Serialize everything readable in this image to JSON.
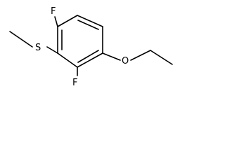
{
  "molecule": {
    "atoms": {
      "f_top": "F",
      "f_bottom": "F",
      "s_methylthio": "S",
      "o_ethoxy": "O"
    }
  },
  "colors": {
    "background": "#ffffff",
    "bond": "#000000",
    "label": "#000000"
  }
}
